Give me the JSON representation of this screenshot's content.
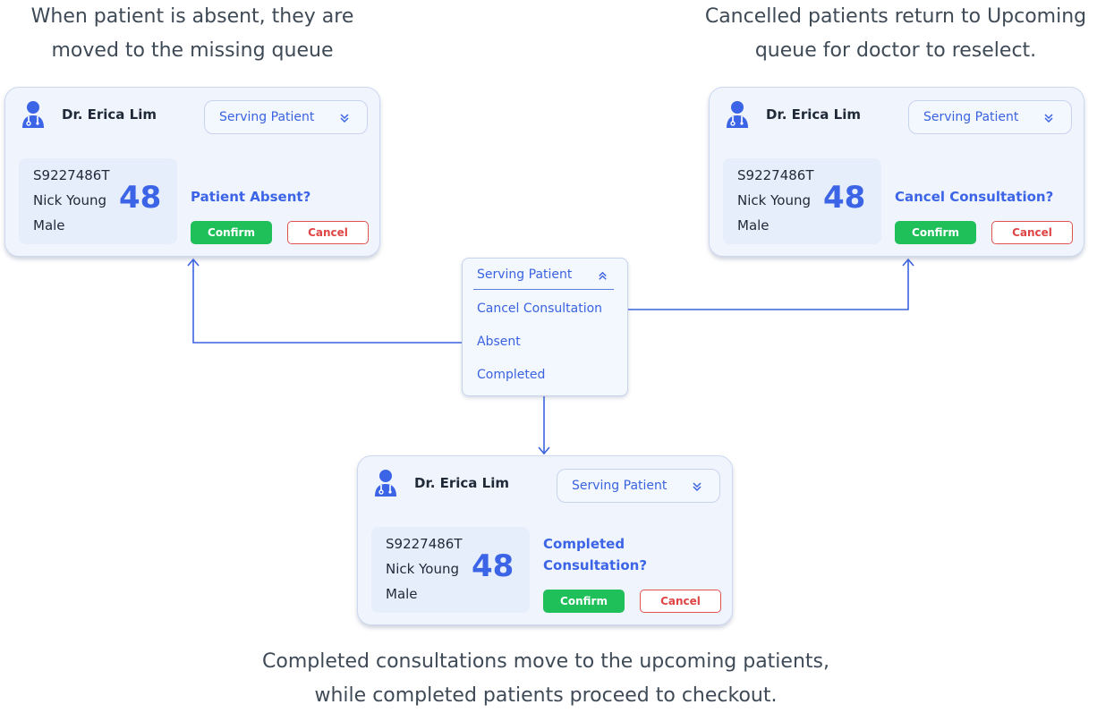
{
  "captions": {
    "top_left": [
      "When patient is absent, they are",
      "moved to the missing queue"
    ],
    "top_right": [
      "Cancelled patients return to Upcoming",
      "queue for doctor to reselect."
    ],
    "bottom": [
      "Completed consultations move to the upcoming patients,",
      "while completed patients proceed to checkout."
    ]
  },
  "cards": [
    {
      "doctor": "Dr. Erica Lim",
      "status": "Serving Patient",
      "patient_id": "S9227486T",
      "patient_name": "Nick Young",
      "patient_sex": "Male",
      "queue_number": "48",
      "prompt_line1": "Patient Absent?",
      "prompt_line2": "",
      "confirm": "Confirm",
      "cancel": "Cancel"
    },
    {
      "doctor": "Dr. Erica Lim",
      "status": "Serving Patient",
      "patient_id": "S9227486T",
      "patient_name": "Nick Young",
      "patient_sex": "Male",
      "queue_number": "48",
      "prompt_line1": "Cancel Consultation?",
      "prompt_line2": "",
      "confirm": "Confirm",
      "cancel": "Cancel"
    },
    {
      "doctor": "Dr. Erica Lim",
      "status": "Serving Patient",
      "patient_id": "S9227486T",
      "patient_name": "Nick Young",
      "patient_sex": "Male",
      "queue_number": "48",
      "prompt_line1": "Completed",
      "prompt_line2": "Consultation?",
      "confirm": "Confirm",
      "cancel": "Cancel"
    }
  ],
  "dropdown": {
    "selected": "Serving Patient",
    "options": [
      "Cancel Consultation",
      "Absent",
      "Completed"
    ]
  },
  "icons": {
    "doctor": "doctor-avatar-icon",
    "collapsed": "chevron-double-down-icon",
    "expanded": "chevron-double-up-icon"
  },
  "colors": {
    "accent": "#3c64e6",
    "confirm": "#1fc05a",
    "cancel": "#e04545",
    "card_bg": "#f0f5fd",
    "connector": "#3a63e0"
  }
}
